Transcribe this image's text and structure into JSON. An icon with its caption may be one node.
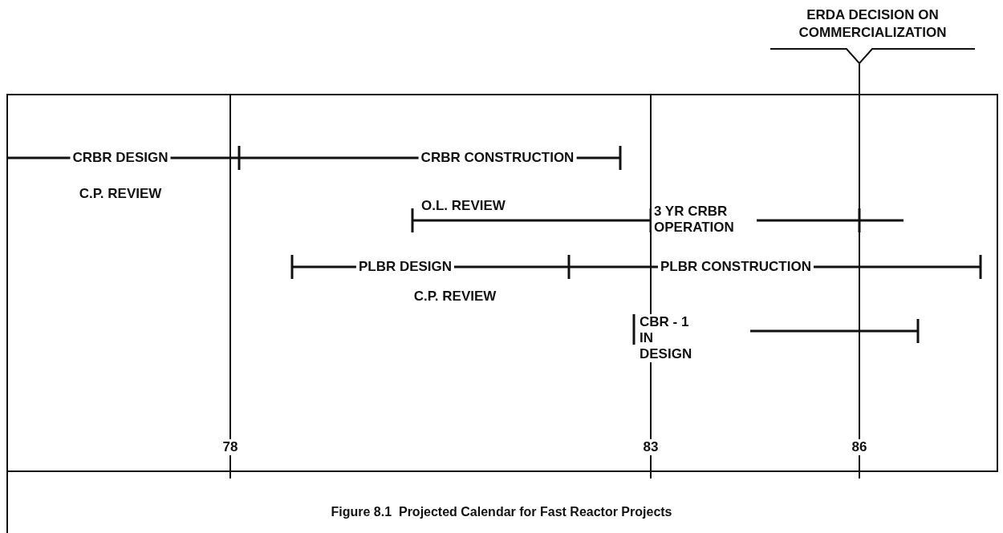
{
  "diagram": {
    "caption": "Figure 8.1  Projected Calendar for Fast Reactor Projects",
    "nodes": [
      {
        "text": [
          "ERDA DECISION ON COMMERCIALIZATION"
        ]
      },
      {
        "text": [],
        "shape": "bar"
      }
    ],
    "edges": [
      {
        "from": 0,
        "to": 1,
        "arrow": "none"
      }
    ],
    "labels": [
      "CRBR DESIGN",
      "CRBR CONSTRUCTION",
      "C.P. REVIEW",
      "O.L. REVIEW",
      "3 YR CRBR OPERATION",
      "PLBR DESIGN",
      "PLBR CONSTRUCTION",
      "C.P. REVIEW",
      "CBR - 1 IN DESIGN",
      "78",
      "83",
      "86"
    ]
  }
}
